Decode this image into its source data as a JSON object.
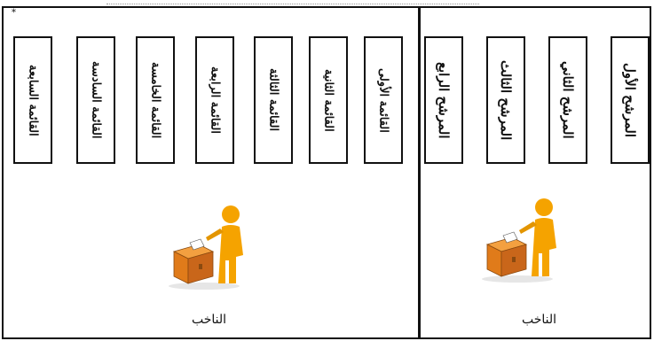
{
  "top_marker": "*",
  "right_panel": {
    "candidates": [
      "المرشح الأول",
      "المرشح الثاني",
      "المرشح الثالث",
      "المرشح الرابع"
    ],
    "voter_label": "الناخب"
  },
  "left_panel": {
    "lists": [
      "القائمة الأولى",
      "القائمة الثانية",
      "القائمة الثالثة",
      "القائمة الرابعة",
      "القائمة الخامسة",
      "القائمة السادسة",
      "القائمة السابعة"
    ],
    "voter_label": "الناخب"
  },
  "colors": {
    "person": "#f5a300",
    "ballot_box": "#e07b1a",
    "border": "#111111"
  }
}
